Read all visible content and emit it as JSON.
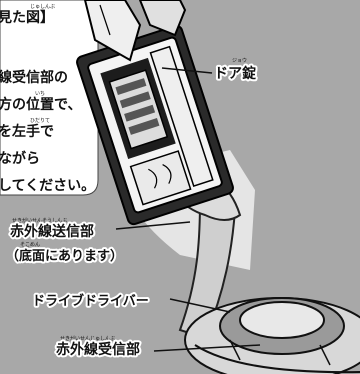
{
  "instruction": {
    "lines": [
      "見た図】",
      "線受信部の",
      "方の位置で、",
      "を左手で",
      "ながら",
      "してください。"
    ],
    "ruby": [
      "じゅしんぶ",
      "いち",
      "ひだりて"
    ]
  },
  "labels": {
    "door_lock": "ドア錠",
    "door_lock_ruby": "ジョウ",
    "ir_transmitter": "赤外線送信部",
    "ir_transmitter_ruby": "せきがいせんそうしんぶ",
    "ir_transmitter_note": "（底面にあります）",
    "ir_transmitter_note_ruby": "そこめん",
    "drive_driver": "ドライブドライバー",
    "ir_receiver": "赤外線受信部",
    "ir_receiver_ruby": "せきがいせんじゅしんぶ"
  },
  "colors": {
    "background": "#a8a8a8",
    "panel": "#ffffff",
    "ink": "#111111",
    "beam": "#e8e8e8"
  }
}
